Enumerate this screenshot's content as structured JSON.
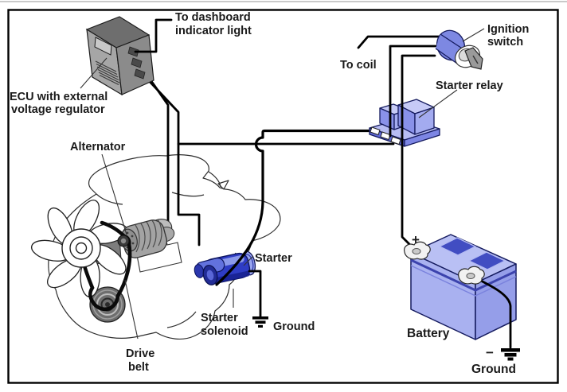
{
  "labels": {
    "to_dashboard_1": "To dashboard",
    "to_dashboard_2": "indicator light",
    "ecu_1": "ECU with external",
    "ecu_2": "voltage regulator",
    "alternator": "Alternator",
    "drive_belt_1": "Drive",
    "drive_belt_2": "belt",
    "starter": "Starter",
    "starter_solenoid_1": "Starter",
    "starter_solenoid_2": "solenoid",
    "ground_starter": "Ground",
    "to_coil": "To coil",
    "ignition_1": "Ignition",
    "ignition_2": "switch",
    "starter_relay": "Starter relay",
    "battery": "Battery",
    "ground_battery": "Ground",
    "plus_sign": "+",
    "minus_sign": "−"
  },
  "palette": {
    "background": "#ffffff",
    "wire": "#000000",
    "text": "#1a1a1a",
    "outline_navy": "#141a5e",
    "periwinkle_top": "#b9c0f4",
    "periwinkle_face": "#a9b1f0",
    "periwinkle_side": "#959ee9",
    "relay_block_face": "#8991e9",
    "relay_block_side": "#a3abf0",
    "relay_block_top": "#c6caf6",
    "relay_base_edge": "#5f69d6",
    "cell_cover": "#414dc2",
    "switch_blue": "#7d88e2",
    "starter_blue": "#2e3cc4",
    "starter_highlight": "#8b99ea",
    "starter_shadow": "#16208e",
    "solenoid_blue": "#6272de",
    "collar_blue": "#98a4ee",
    "ecu_front": "#a6a6a6",
    "ecu_side": "#8b8b8b",
    "ecu_top": "#6e6e6e",
    "alt_body": "#a3a3a3",
    "pulley_gray": "#6e6e6e",
    "terminal_white": "#f2f2f2"
  }
}
